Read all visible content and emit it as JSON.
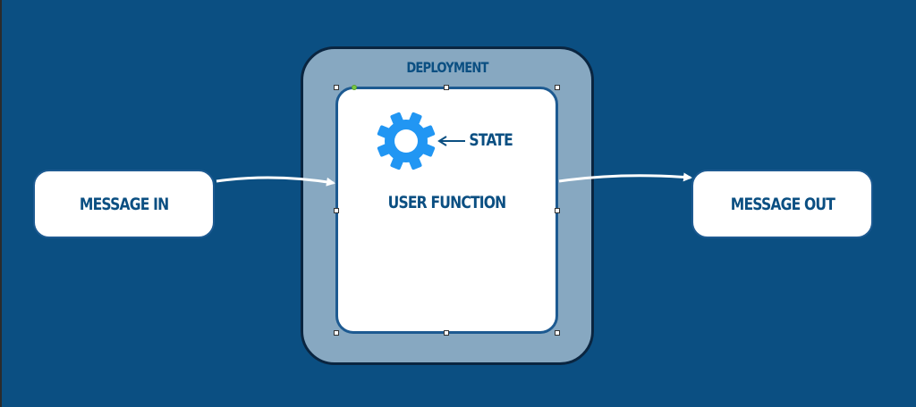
{
  "diagram": {
    "container": {
      "label": "DEPLOYMENT"
    },
    "function_box": {
      "label": "USER FUNCTION"
    },
    "state": {
      "label": "STATE",
      "icon": "gear-icon"
    },
    "input": {
      "label": "MESSAGE IN"
    },
    "output": {
      "label": "MESSAGE OUT"
    }
  },
  "colors": {
    "background": "#0b4f82",
    "container_fill": "#87a8c1",
    "text": "#0b4f82",
    "gear": "#2196f3",
    "arrow": "#ffffff"
  }
}
